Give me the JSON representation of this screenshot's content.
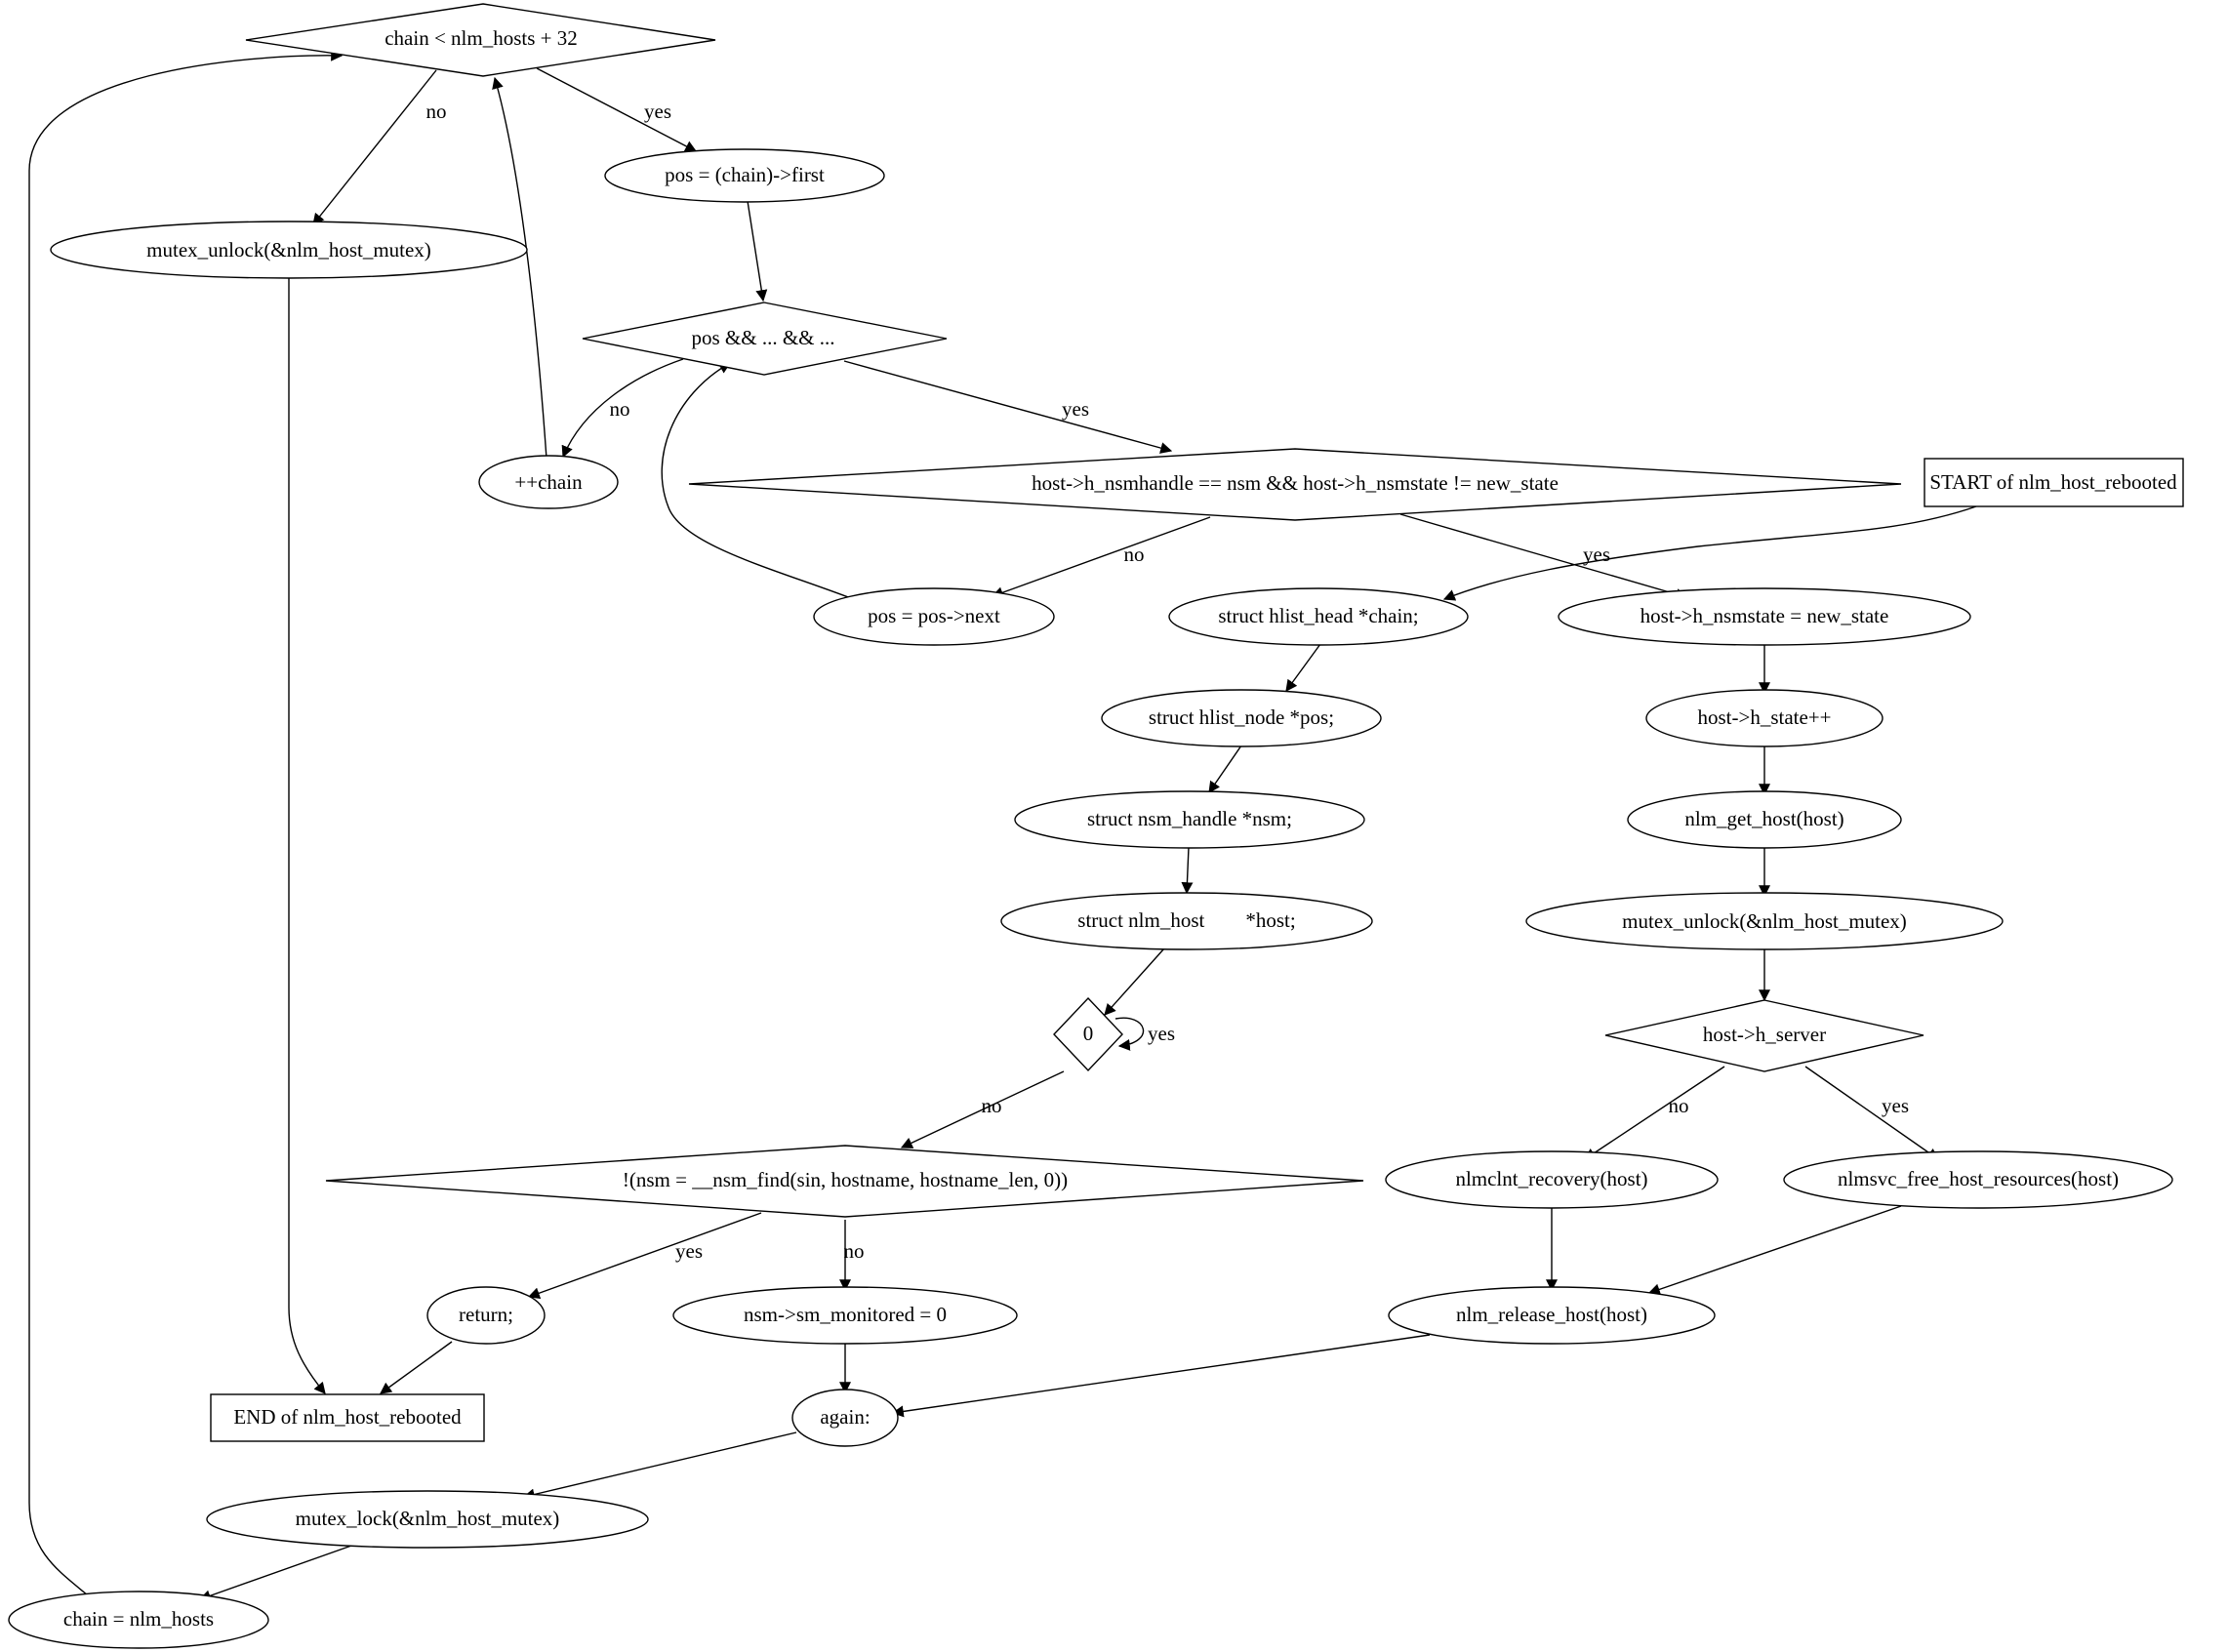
{
  "colors": {
    "highlight_yellow": "#ffff00",
    "highlight_blue": "#add8e6",
    "default_fill": "#ffffff"
  },
  "nodes": {
    "chain_cond": "chain < nlm_hosts + 32",
    "pos_first": "pos = (chain)->first",
    "unlock_left": "mutex_unlock(&nlm_host_mutex)",
    "pos_cond": "pos && ... && ...",
    "inc_chain": "++chain",
    "host_cond": "host->h_nsmhandle == nsm && host->h_nsmstate != new_state",
    "start": "START of nlm_host_rebooted",
    "pos_next": "pos = pos->next",
    "decl_chain": "struct hlist_head *chain;",
    "set_nsmstate": "host->h_nsmstate = new_state",
    "decl_pos": "struct hlist_node *pos;",
    "inc_state": "host->h_state++",
    "decl_nsm": "struct nsm_handle *nsm;",
    "get_host": "nlm_get_host(host)",
    "decl_host": "struct nlm_host        *host;",
    "unlock_right": "mutex_unlock(&nlm_host_mutex)",
    "zero_cond": "0",
    "server_cond": "host->h_server",
    "nsm_find_cond": "!(nsm = __nsm_find(sin, hostname, hostname_len, 0))",
    "clnt_recovery": "nlmclnt_recovery(host)",
    "free_resources": "nlmsvc_free_host_resources(host)",
    "return_stmt": "return;",
    "sm_monitored": "nsm->sm_monitored = 0",
    "release_host": "nlm_release_host(host)",
    "end": "END of nlm_host_rebooted",
    "again": "again:",
    "lock": "mutex_lock(&nlm_host_mutex)",
    "chain_init": "chain = nlm_hosts"
  },
  "edge_labels": {
    "chain_no": "no",
    "chain_yes": "yes",
    "pos_no": "no",
    "pos_yes": "yes",
    "host_no": "no",
    "host_yes": "yes",
    "zero_yes": "yes",
    "zero_no": "no",
    "server_no": "no",
    "server_yes": "yes",
    "find_yes": "yes",
    "find_no": "no"
  }
}
